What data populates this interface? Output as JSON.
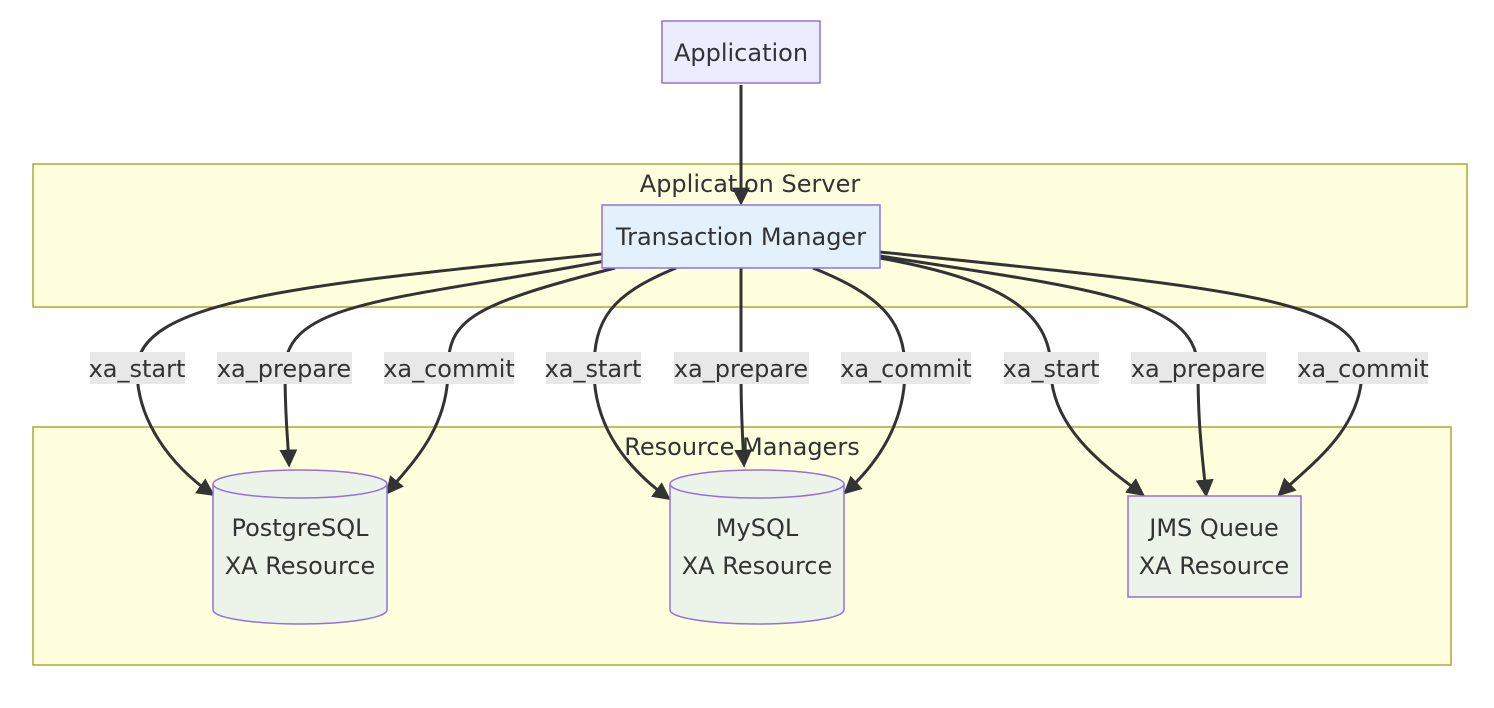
{
  "clusters": {
    "app_server": {
      "title": "Application Server"
    },
    "resource_managers": {
      "title": "Resource Managers"
    }
  },
  "nodes": {
    "application": {
      "label": "Application"
    },
    "transaction_manager": {
      "label": "Transaction Manager"
    },
    "postgresql": {
      "line1": "PostgreSQL",
      "line2": "XA Resource"
    },
    "mysql": {
      "line1": "MySQL",
      "line2": "XA Resource"
    },
    "jms": {
      "line1": "JMS Queue",
      "line2": "XA Resource"
    }
  },
  "edge_labels": {
    "pg_start": "xa_start",
    "pg_prepare": "xa_prepare",
    "pg_commit": "xa_commit",
    "my_start": "xa_start",
    "my_prepare": "xa_prepare",
    "my_commit": "xa_commit",
    "jms_start": "xa_start",
    "jms_prepare": "xa_prepare",
    "jms_commit": "xa_commit"
  },
  "colors": {
    "cluster_fill": "#ffffde",
    "cluster_stroke": "#aaaa33",
    "node_fill": "#ECECFF",
    "node_stroke": "#9370DB",
    "tm_fill": "#e3f1fc",
    "resource_fill": "#ecf4ea",
    "edge": "#333333",
    "label_bg": "#e8e8e8"
  }
}
